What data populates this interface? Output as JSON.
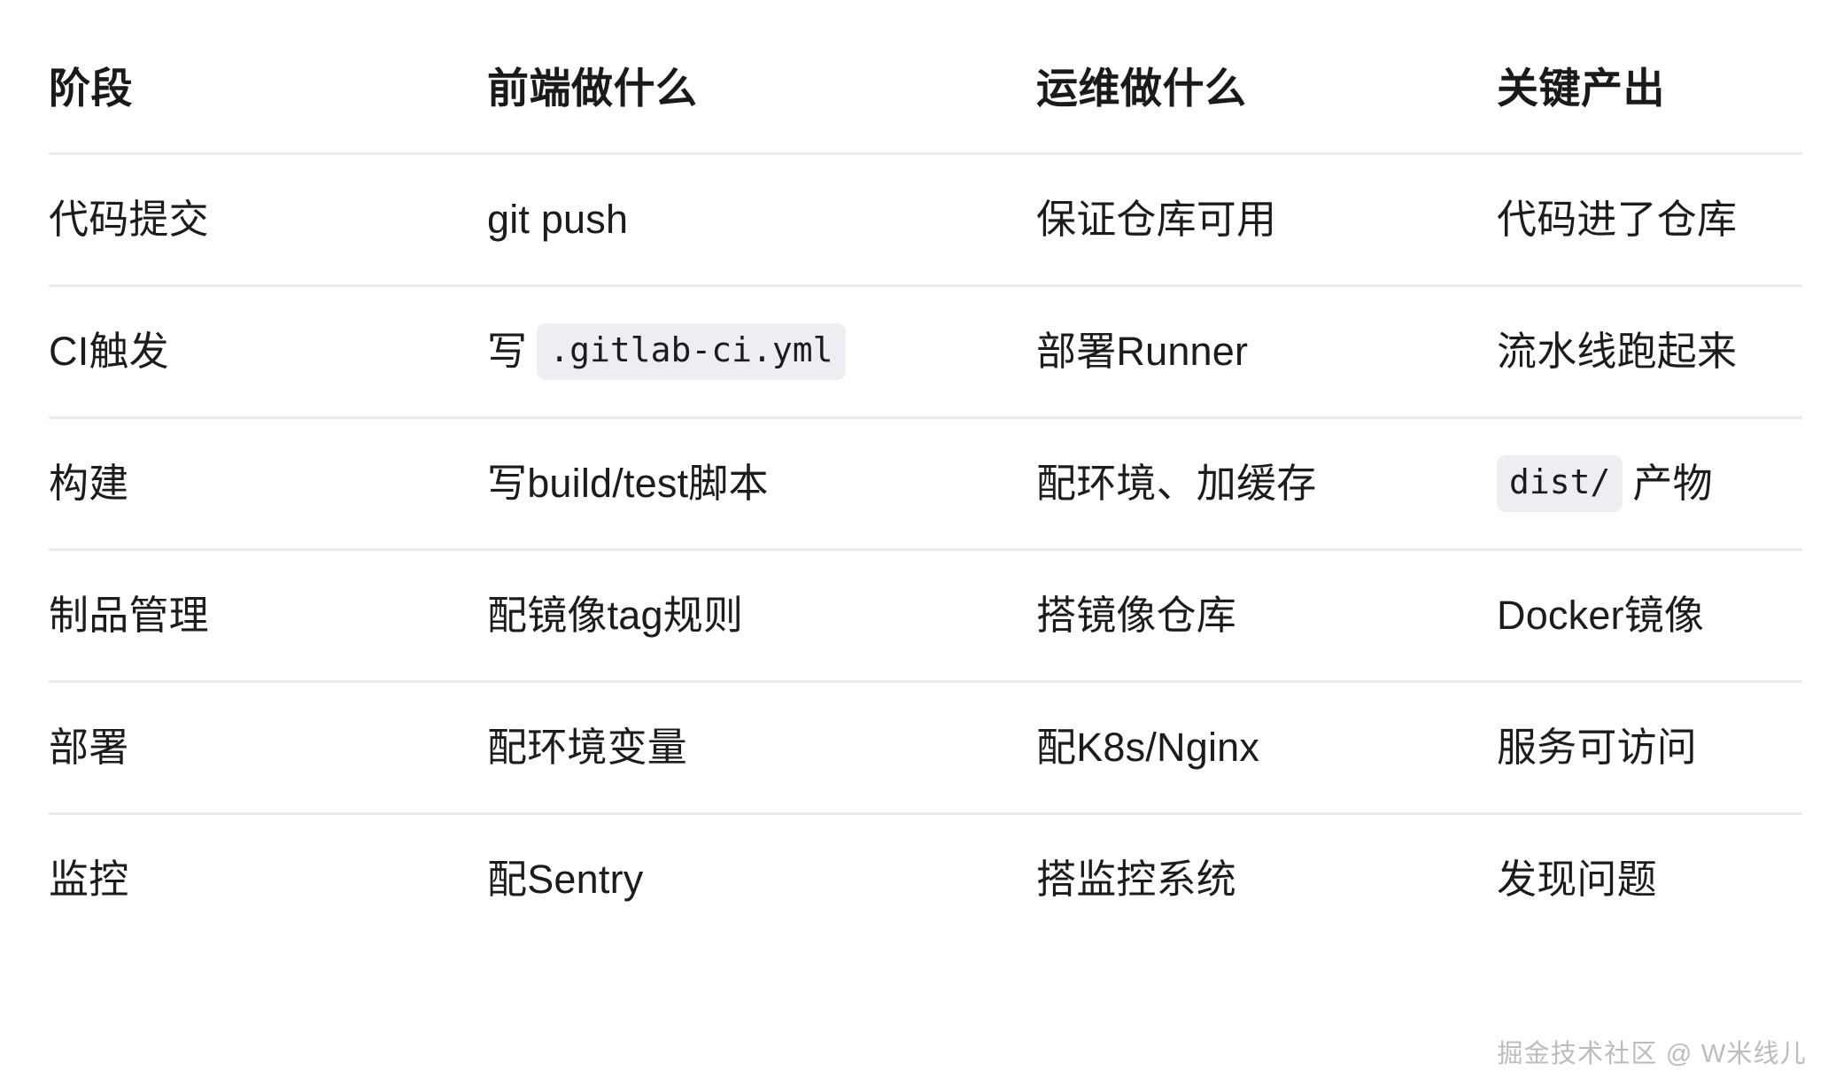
{
  "table": {
    "headers": [
      {
        "label": "阶段"
      },
      {
        "label": "前端做什么"
      },
      {
        "label": "运维做什么"
      },
      {
        "label": "关键产出"
      }
    ],
    "rows": [
      {
        "stage": "代码提交",
        "frontend": {
          "text": "git push"
        },
        "ops": {
          "text": "保证仓库可用"
        },
        "output": {
          "text": "代码进了仓库"
        }
      },
      {
        "stage": "CI触发",
        "frontend": {
          "prefix": "写",
          "code": ".gitlab-ci.yml",
          "suffix": ""
        },
        "ops": {
          "text": "部署Runner"
        },
        "output": {
          "text": "流水线跑起来"
        }
      },
      {
        "stage": "构建",
        "frontend": {
          "text": "写build/test脚本"
        },
        "ops": {
          "text": "配环境、加缓存"
        },
        "output": {
          "prefix": "",
          "code": "dist/",
          "suffix": "产物"
        }
      },
      {
        "stage": "制品管理",
        "frontend": {
          "text": "配镜像tag规则"
        },
        "ops": {
          "text": "搭镜像仓库"
        },
        "output": {
          "text": "Docker镜像"
        }
      },
      {
        "stage": "部署",
        "frontend": {
          "text": "配环境变量"
        },
        "ops": {
          "text": "配K8s/Nginx"
        },
        "output": {
          "text": "服务可访问"
        }
      },
      {
        "stage": "监控",
        "frontend": {
          "text": "配Sentry"
        },
        "ops": {
          "text": "搭监控系统"
        },
        "output": {
          "text": "发现问题"
        }
      }
    ]
  },
  "watermark": {
    "text": "掘金技术社区 @ W米线儿"
  },
  "colors": {
    "background": "#ffffff",
    "text": "#1c1c1e",
    "header_text": "#1a1a1a",
    "divider": "#e9eaec",
    "code_chip_bg": "#eceef1",
    "watermark": "#b9b9bb"
  }
}
